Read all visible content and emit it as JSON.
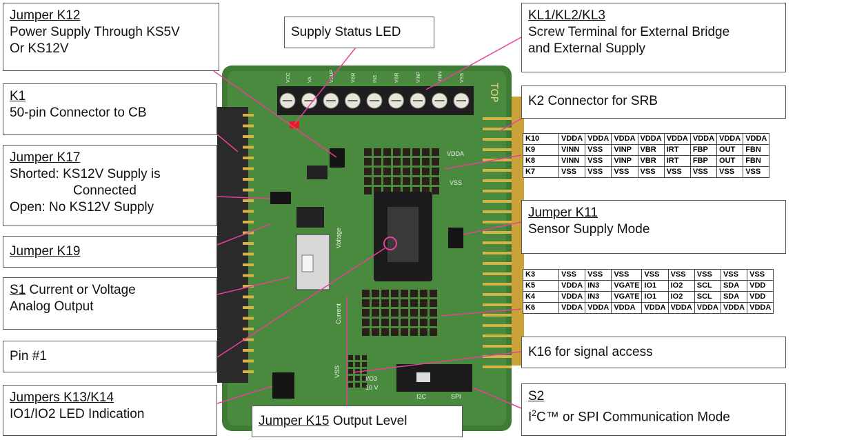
{
  "callouts": {
    "k12": {
      "title": "Jumper K12",
      "lines": [
        "Power Supply Through KS5V",
        "Or KS12V"
      ]
    },
    "led": {
      "lines": [
        "Supply Status LED"
      ]
    },
    "kl": {
      "title": "KL1/KL2/KL3",
      "lines": [
        "Screw Terminal for External Bridge",
        "and External Supply"
      ]
    },
    "k1": {
      "title": "K1",
      "lines": [
        "50-pin Connector to CB"
      ]
    },
    "k2": {
      "lines": [
        "K2 Connector for SRB"
      ]
    },
    "k17": {
      "title": "Jumper K17",
      "lines": [
        "Shorted: KS12V Supply is"
      ],
      "indent": "Connected",
      "last": "Open: No KS12V Supply"
    },
    "k11": {
      "title": "Jumper K11",
      "lines": [
        "Sensor Supply Mode"
      ]
    },
    "k19": {
      "title": "Jumper K19",
      "lines": []
    },
    "s1": {
      "title": "S1",
      "rest": " Current or Voltage",
      "lines": [
        "Analog Output"
      ]
    },
    "pin1": {
      "lines": [
        "Pin #1"
      ]
    },
    "k16": {
      "lines": [
        "K16 for signal access"
      ]
    },
    "k13": {
      "title": "Jumpers K13/K14",
      "lines": [
        "IO1/IO2 LED Indication"
      ]
    },
    "k15": {
      "title": "Jumper K15",
      "rest": " Output Level"
    },
    "s2": {
      "title": "S2",
      "i2c_prefix": "I",
      "i2c_sup": "2",
      "i2c_rest": "C™ or SPI Communication Mode"
    }
  },
  "table_top": [
    [
      "K10",
      "VDDA",
      "VDDA",
      "VDDA",
      "VDDA",
      "VDDA",
      "VDDA",
      "VDDA",
      "VDDA"
    ],
    [
      "K9",
      "VINN",
      "VSS",
      "VINP",
      "VBR",
      "IRT",
      "FBP",
      "OUT",
      "FBN"
    ],
    [
      "K8",
      "VINN",
      "VSS",
      "VINP",
      "VBR",
      "IRT",
      "FBP",
      "OUT",
      "FBN"
    ],
    [
      "K7",
      "VSS",
      "VSS",
      "VSS",
      "VSS",
      "VSS",
      "VSS",
      "VSS",
      "VSS"
    ]
  ],
  "table_bottom": [
    [
      "K3",
      "VSS",
      "VSS",
      "VSS",
      "VSS",
      "VSS",
      "VSS",
      "VSS",
      "VSS"
    ],
    [
      "K5",
      "VDDA",
      "IN3",
      "VGATE",
      "IO1",
      "IO2",
      "SCL",
      "SDA",
      "VDD"
    ],
    [
      "K4",
      "VDDA",
      "IN3",
      "VGATE",
      "IO1",
      "IO2",
      "SCL",
      "SDA",
      "VDD"
    ],
    [
      "K6",
      "VDDA",
      "VDDA",
      "VDDA",
      "VDDA",
      "VDDA",
      "VDDA",
      "VDDA",
      "VDDA"
    ]
  ],
  "board": {
    "terminal_labels": [
      "VCC",
      "VA",
      "VSUP",
      "VBR",
      "IN3",
      "VBR",
      "VINP",
      "VINN",
      "VSS"
    ],
    "silk": [
      "TOP",
      "VDDA",
      "VSS",
      "Current",
      "Voltage",
      "VSS",
      "I/O3",
      "10 V",
      "SPI",
      "I2C"
    ]
  },
  "colors": {
    "pcb": "#3f7b35",
    "leader": "#e8409a",
    "frame": "#555555"
  }
}
